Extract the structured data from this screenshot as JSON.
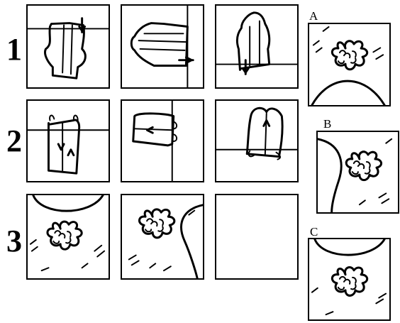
{
  "puzzle": {
    "row_labels": [
      "1",
      "2",
      "3"
    ],
    "option_labels": [
      "A",
      "B",
      "C"
    ]
  },
  "colors": {
    "ink": "#000000",
    "paper": "#ffffff"
  }
}
